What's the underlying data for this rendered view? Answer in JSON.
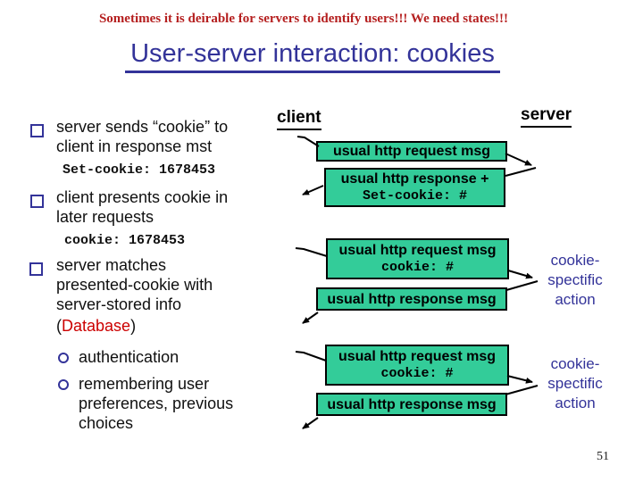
{
  "slide": {
    "header": "Sometimes it is deirable for servers to identify users!!! We need states!!!",
    "title": "User-server interaction: cookies",
    "page_number": "51"
  },
  "colors": {
    "header_red": "#b51f1f",
    "accent_blue": "#333399",
    "box_teal": "#33cc99",
    "database_red": "#cc0000"
  },
  "bullets": {
    "item1": "server sends “cookie” to\nclient in response mst",
    "code1": "Set-cookie: 1678453",
    "item2": "client presents cookie in\nlater requests",
    "code2": "cookie: 1678453",
    "item3": "server matches\npresented-cookie with\nserver-stored info",
    "item3_paren_open": "(",
    "item3_database": "Database",
    "item3_paren_close": ")",
    "sub1": "authentication",
    "sub2": "remembering user\npreferences, previous\nchoices"
  },
  "diagram": {
    "client_label": "client",
    "server_label": "server",
    "boxes": [
      {
        "line1": "usual http request msg"
      },
      {
        "line1": "usual http response +",
        "line2": "Set-cookie: #"
      },
      {
        "line1": "usual http request msg",
        "line2": "cookie: #"
      },
      {
        "line1": "usual http response msg"
      },
      {
        "line1": "usual http request msg",
        "line2": "cookie: #"
      },
      {
        "line1": "usual http response msg"
      }
    ],
    "action1": "cookie-\nspectific\naction",
    "action2": "cookie-\nspectific\naction"
  }
}
